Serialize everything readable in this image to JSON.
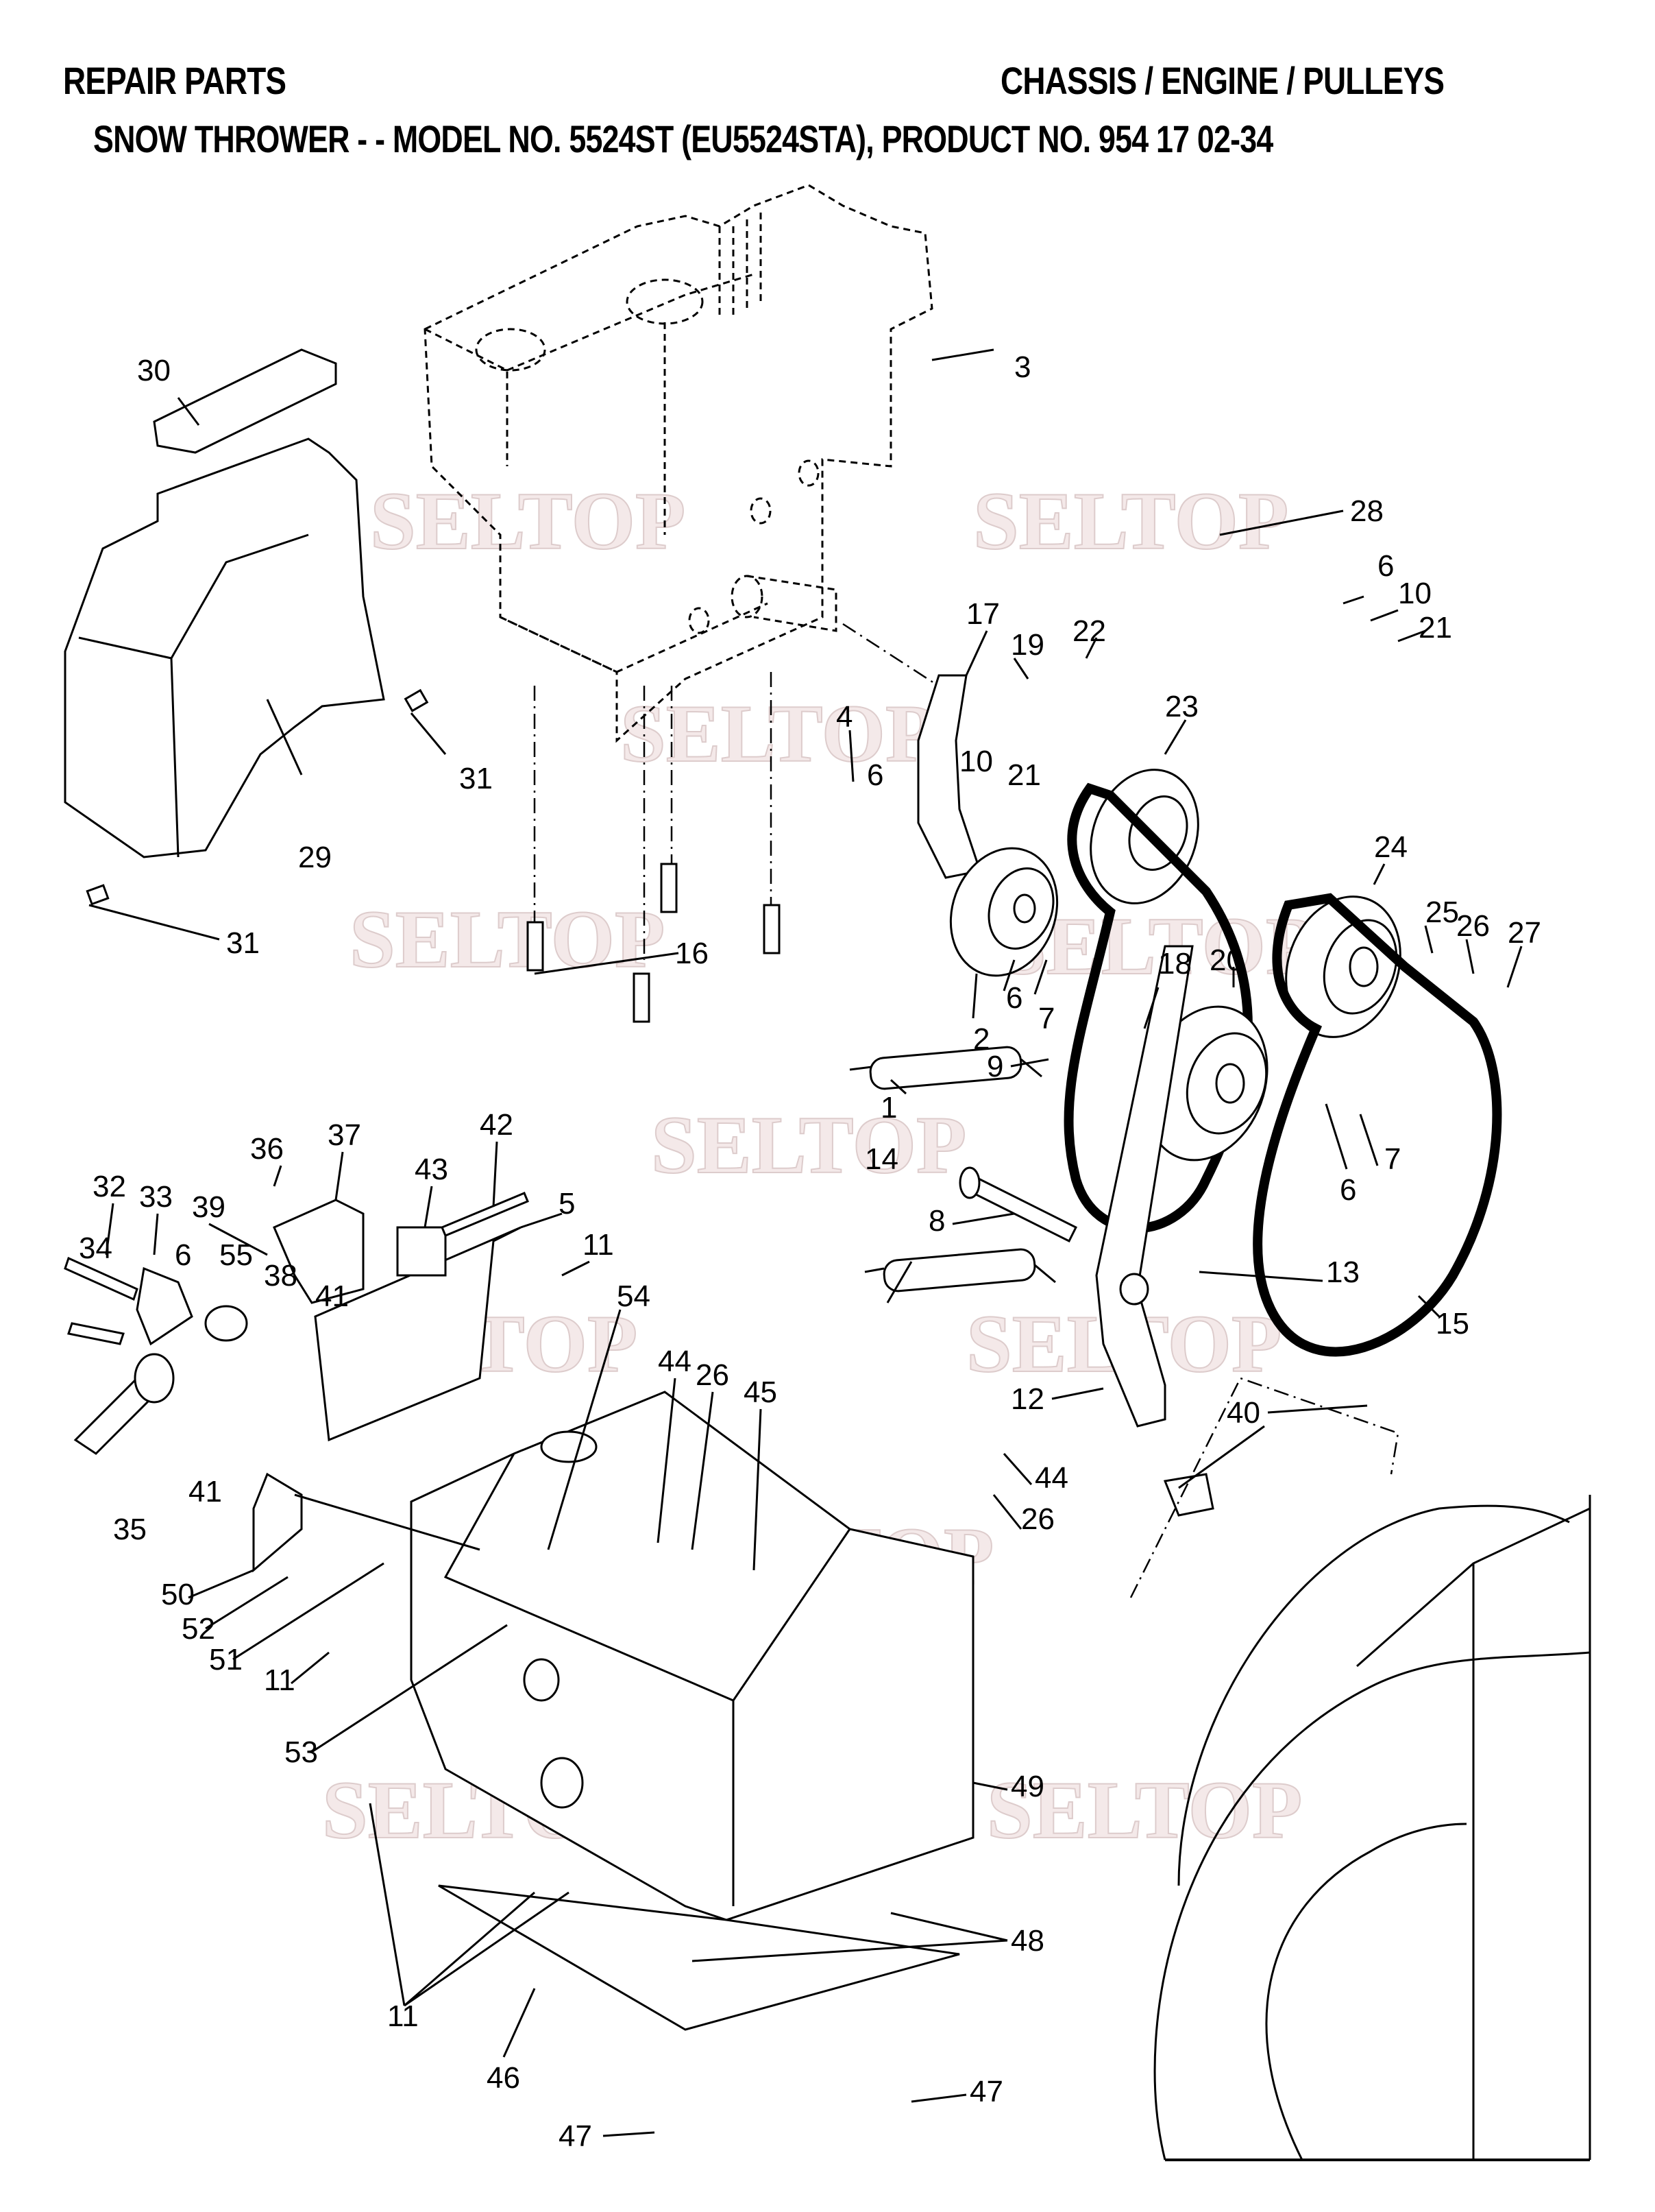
{
  "header": {
    "section": "REPAIR PARTS",
    "category": "CHASSIS / ENGINE / PULLEYS",
    "subtitle": "SNOW THROWER - - MODEL NO. 5524ST (EU5524STA), PRODUCT NO. 954 17 02-34"
  },
  "watermark": {
    "text": "SELTOP",
    "color": "#f3e6e6"
  },
  "callouts": [
    {
      "id": "c30",
      "label": "30"
    },
    {
      "id": "c3",
      "label": "3"
    },
    {
      "id": "c28",
      "label": "28"
    },
    {
      "id": "c6a",
      "label": "6"
    },
    {
      "id": "c10a",
      "label": "10"
    },
    {
      "id": "c21a",
      "label": "21"
    },
    {
      "id": "c17",
      "label": "17"
    },
    {
      "id": "c19",
      "label": "19"
    },
    {
      "id": "c22",
      "label": "22"
    },
    {
      "id": "c4",
      "label": "4"
    },
    {
      "id": "c6b",
      "label": "6"
    },
    {
      "id": "c10b",
      "label": "10"
    },
    {
      "id": "c21b",
      "label": "21"
    },
    {
      "id": "c23",
      "label": "23"
    },
    {
      "id": "c31a",
      "label": "31"
    },
    {
      "id": "c29",
      "label": "29"
    },
    {
      "id": "c31b",
      "label": "31"
    },
    {
      "id": "c16",
      "label": "16"
    },
    {
      "id": "c24",
      "label": "24"
    },
    {
      "id": "c25",
      "label": "25"
    },
    {
      "id": "c26a",
      "label": "26"
    },
    {
      "id": "c27",
      "label": "27"
    },
    {
      "id": "c2",
      "label": "2"
    },
    {
      "id": "c6c",
      "label": "6"
    },
    {
      "id": "c7a",
      "label": "7"
    },
    {
      "id": "c18",
      "label": "18"
    },
    {
      "id": "c20",
      "label": "20"
    },
    {
      "id": "c9",
      "label": "9"
    },
    {
      "id": "c1",
      "label": "1"
    },
    {
      "id": "c6d",
      "label": "6"
    },
    {
      "id": "c7b",
      "label": "7"
    },
    {
      "id": "c8",
      "label": "8"
    },
    {
      "id": "c14",
      "label": "14"
    },
    {
      "id": "c13",
      "label": "13"
    },
    {
      "id": "c15",
      "label": "15"
    },
    {
      "id": "c12",
      "label": "12"
    },
    {
      "id": "c36",
      "label": "36"
    },
    {
      "id": "c37",
      "label": "37"
    },
    {
      "id": "c42",
      "label": "42"
    },
    {
      "id": "c43",
      "label": "43"
    },
    {
      "id": "c32",
      "label": "32"
    },
    {
      "id": "c33",
      "label": "33"
    },
    {
      "id": "c39",
      "label": "39"
    },
    {
      "id": "c5",
      "label": "5"
    },
    {
      "id": "c55",
      "label": "55"
    },
    {
      "id": "c6e",
      "label": "6"
    },
    {
      "id": "c11a",
      "label": "11"
    },
    {
      "id": "c34",
      "label": "34"
    },
    {
      "id": "c38",
      "label": "38"
    },
    {
      "id": "c41a",
      "label": "41"
    },
    {
      "id": "c54",
      "label": "54"
    },
    {
      "id": "c41b",
      "label": "41"
    },
    {
      "id": "c35",
      "label": "35"
    },
    {
      "id": "c44a",
      "label": "44"
    },
    {
      "id": "c26b",
      "label": "26"
    },
    {
      "id": "c45",
      "label": "45"
    },
    {
      "id": "c40",
      "label": "40"
    },
    {
      "id": "c44b",
      "label": "44"
    },
    {
      "id": "c26c",
      "label": "26"
    },
    {
      "id": "c50",
      "label": "50"
    },
    {
      "id": "c52",
      "label": "52"
    },
    {
      "id": "c51",
      "label": "51"
    },
    {
      "id": "c11b",
      "label": "11"
    },
    {
      "id": "c53",
      "label": "53"
    },
    {
      "id": "c49",
      "label": "49"
    },
    {
      "id": "c48",
      "label": "48"
    },
    {
      "id": "c11c",
      "label": "11"
    },
    {
      "id": "c46",
      "label": "46"
    },
    {
      "id": "c47a",
      "label": "47"
    },
    {
      "id": "c47b",
      "label": "47"
    }
  ]
}
